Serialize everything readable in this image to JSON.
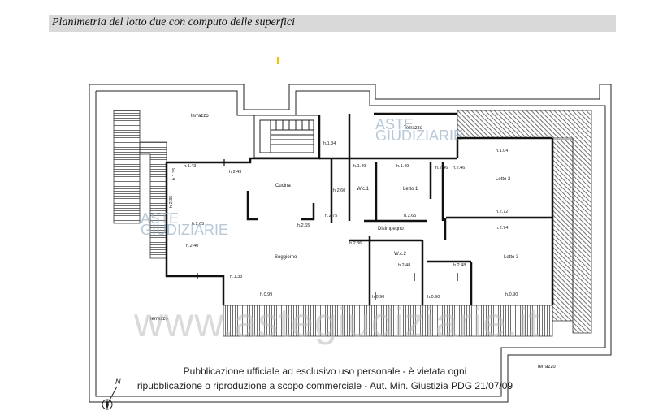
{
  "document": {
    "title": "Planimetria del lotto due con computo delle superfici"
  },
  "plan": {
    "rooms": {
      "cucina": "Cucina",
      "soggiorno": "Soggiorno",
      "wc1": "W.c.1",
      "wc2": "W.c.2",
      "letto1": "Letto 1",
      "letto2": "Letto 2",
      "letto3": "Letto 3",
      "disimpegno": "Disimpegno",
      "terrazzo_nw": "terrazzo",
      "terrazzo_ne": "Terrazzo",
      "terrazzo_sw": "terrazzo",
      "terrazzo_se": "terrazzo"
    },
    "heights": {
      "h_1_34": "h.1.34",
      "h_1_43": "h.1.43",
      "h_2_43": "h.2.43",
      "h_1_35": "h.1.35",
      "h_2_60_cucina": "h.2.60",
      "h_2_75": "h.2.75",
      "h_2_65_cucina": "h.2.65",
      "h_2_65_sog": "h.2.65",
      "h_2_40": "h.2.40",
      "h_1_33": "h.1.33",
      "h_0_99": "h.0.99",
      "h_1_49_a": "h.1.49",
      "h_1_49_b": "h.1.49",
      "h_2_65_dis": "h.2.65",
      "h_2_36": "h.2.36",
      "h_2_48_wc2": "h.2.48",
      "h_0_90_a": "h.0.90",
      "h_0_90_b": "h.0.90",
      "h_2_46_a": "h.2.46",
      "h_2_46_b": "h.2.46",
      "h_1_04": "h.1.04",
      "h_2_72": "h.2.72",
      "h_2_74": "h.2.74",
      "h_2_48_l3": "h.2.48",
      "h_0_90_l3": "h.0.90",
      "h_2_35": "h.2.35"
    }
  },
  "watermarks": {
    "aste": "ASTE",
    "giudiziarie": "GIUDIZIARIE",
    "site": "www.astegiudiziarie.it"
  },
  "disclaimer": {
    "line1": "Pubblicazione ufficiale ad esclusivo uso personale - è vietata ogni",
    "line2": "ripubblicazione o riproduzione a scopo commerciale - Aut. Min. Giustizia PDG 21/07/09"
  },
  "compass": {
    "north_label": "N"
  }
}
